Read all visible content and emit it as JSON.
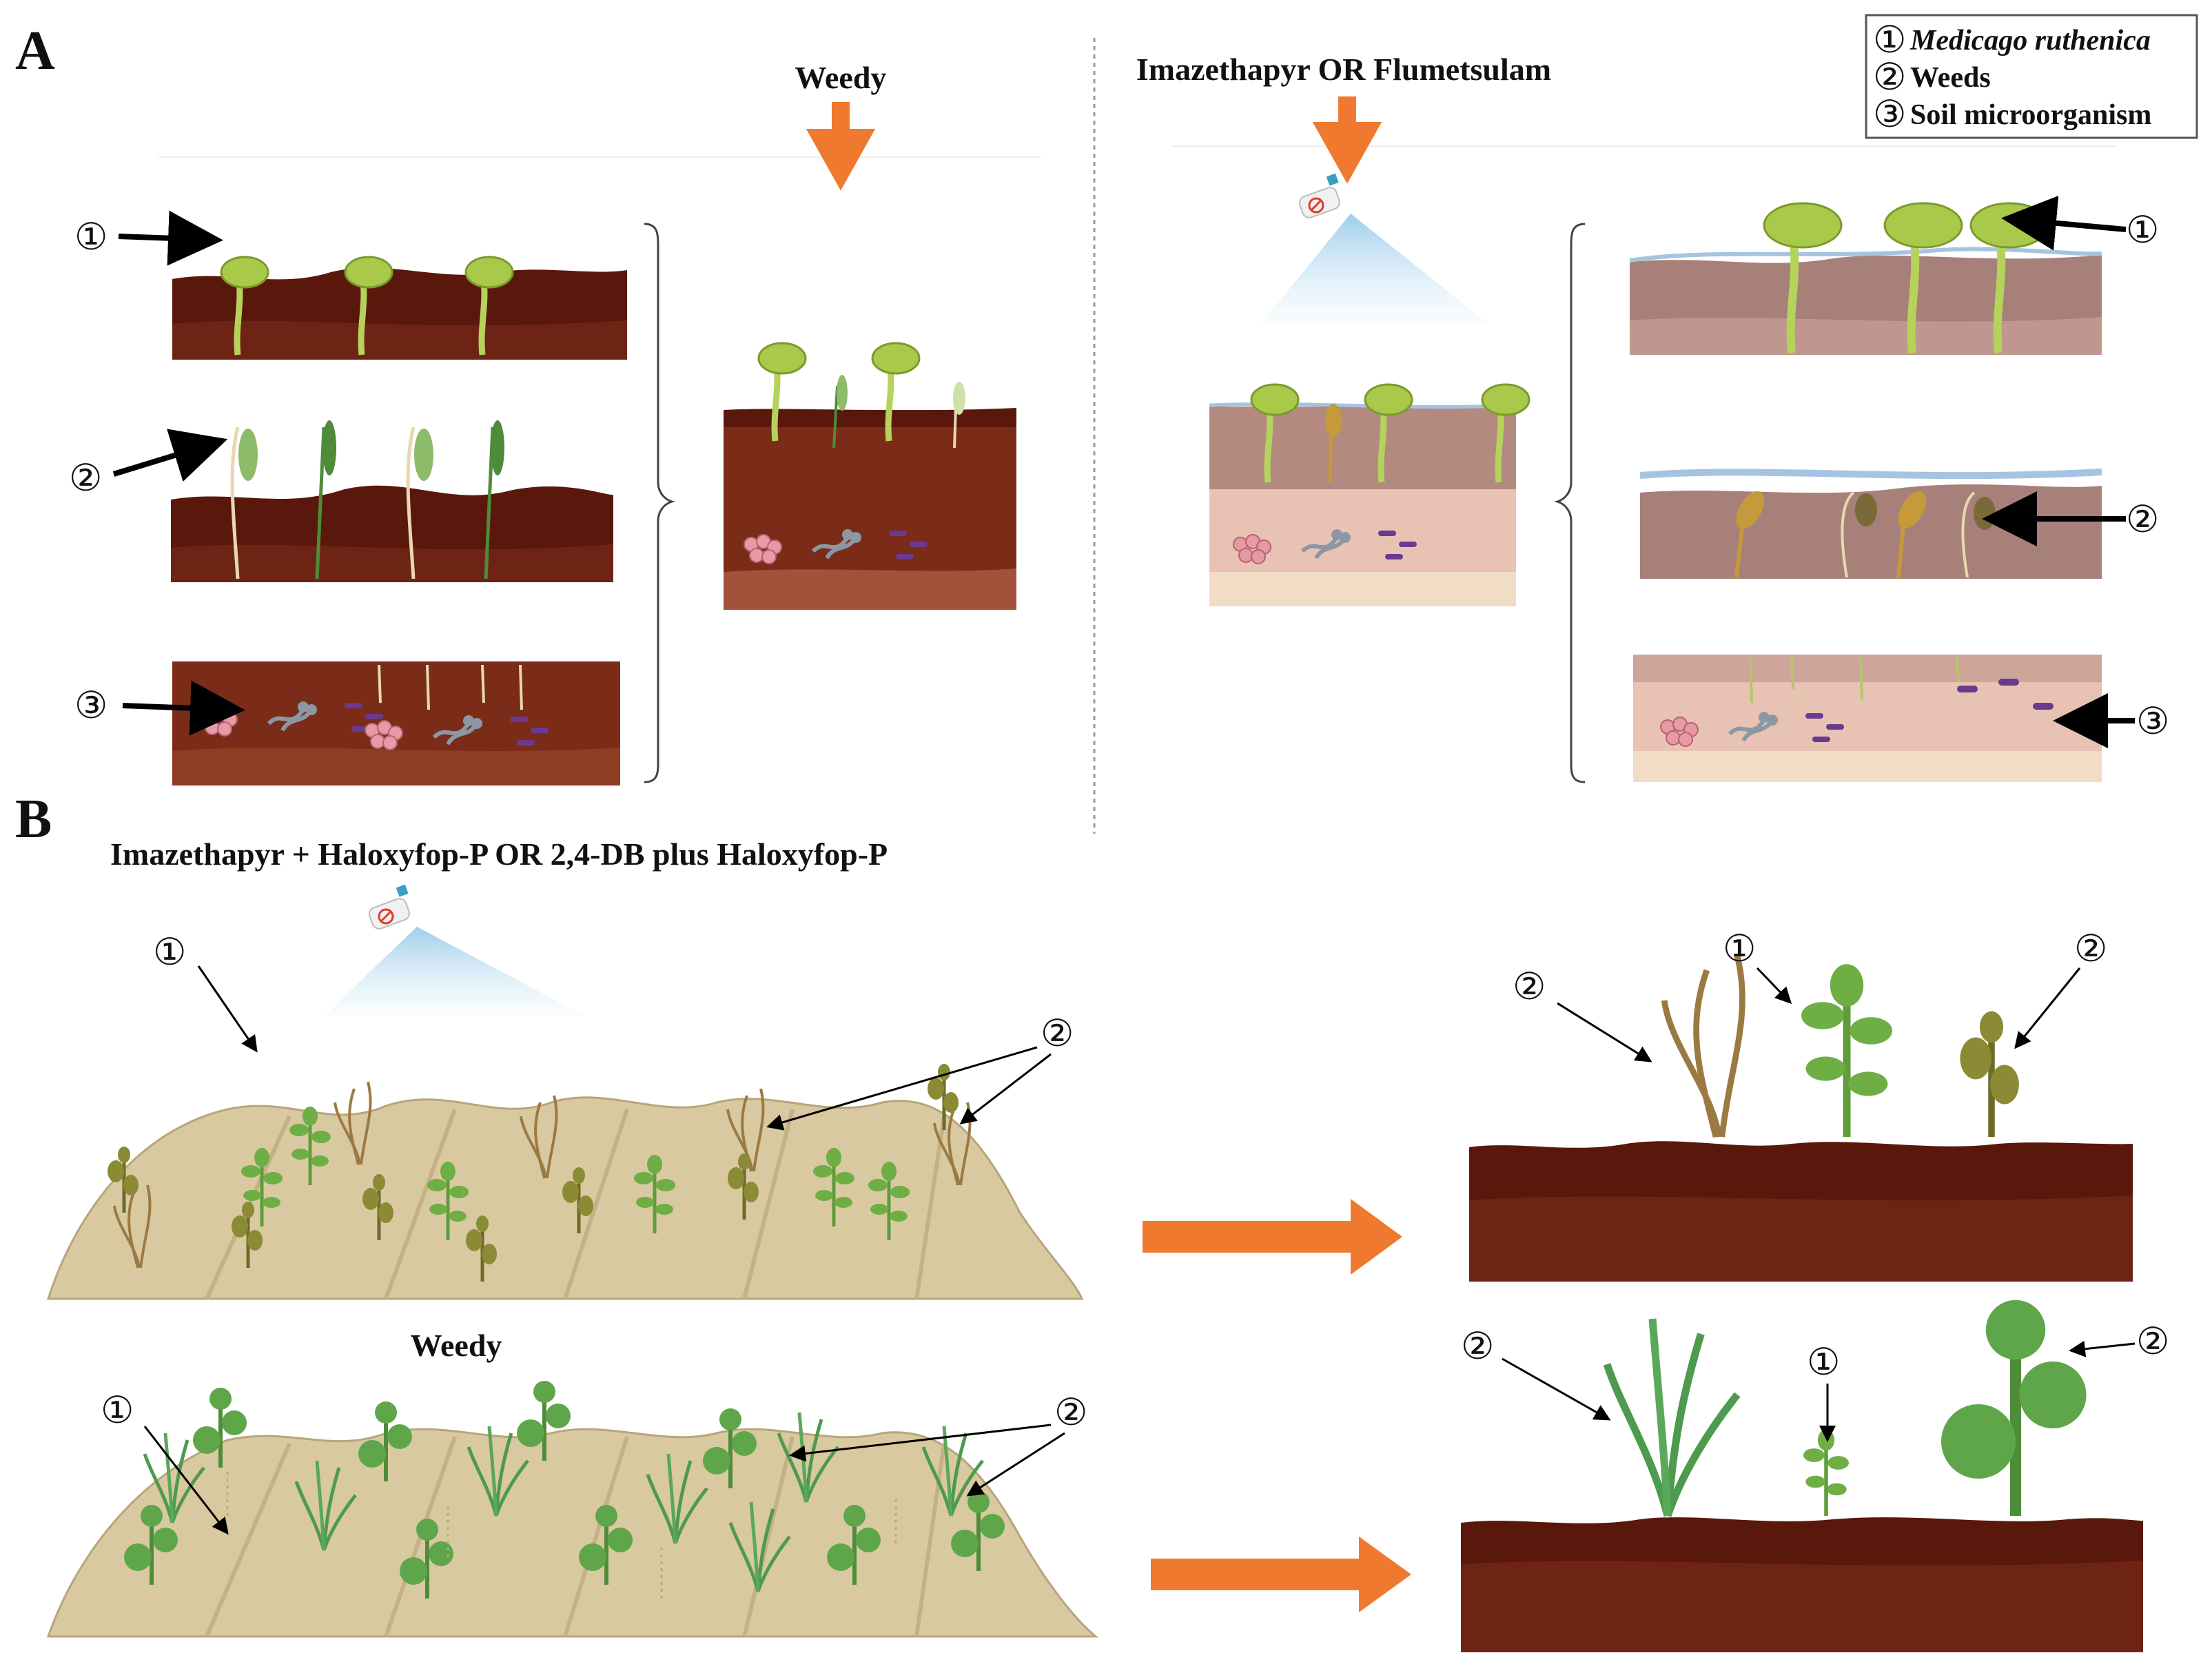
{
  "panels": {
    "a": {
      "letter": "A"
    },
    "b": {
      "letter": "B"
    }
  },
  "titles": {
    "weedy_a": "Weedy",
    "herbicide_a": "Imazethapyr OR Flumetsulam",
    "herbicide_b": "Imazethapyr + Haloxyfop-P OR 2,4-DB plus Haloxyfop-P",
    "weedy_b": "Weedy"
  },
  "legend": {
    "items": [
      {
        "marker": "①",
        "text": "Medicago ruthenica",
        "italic": true
      },
      {
        "marker": "②",
        "text": "Weeds",
        "italic": false
      },
      {
        "marker": "③",
        "text": "Soil microorganism",
        "italic": false
      }
    ]
  },
  "markers": {
    "one": "①",
    "two": "②",
    "three": "③"
  },
  "colors": {
    "arrow_orange": "#ef7a2f",
    "soil_dark": "#5a170c",
    "soil_mid": "#7a2c18",
    "soil_treated": "#b48a80",
    "soil_treated_light": "#e8c3b4",
    "seedling_green": "#a7c64a",
    "field_soil": "#d9c9a1",
    "spray_blue": "#a9d4ec"
  }
}
